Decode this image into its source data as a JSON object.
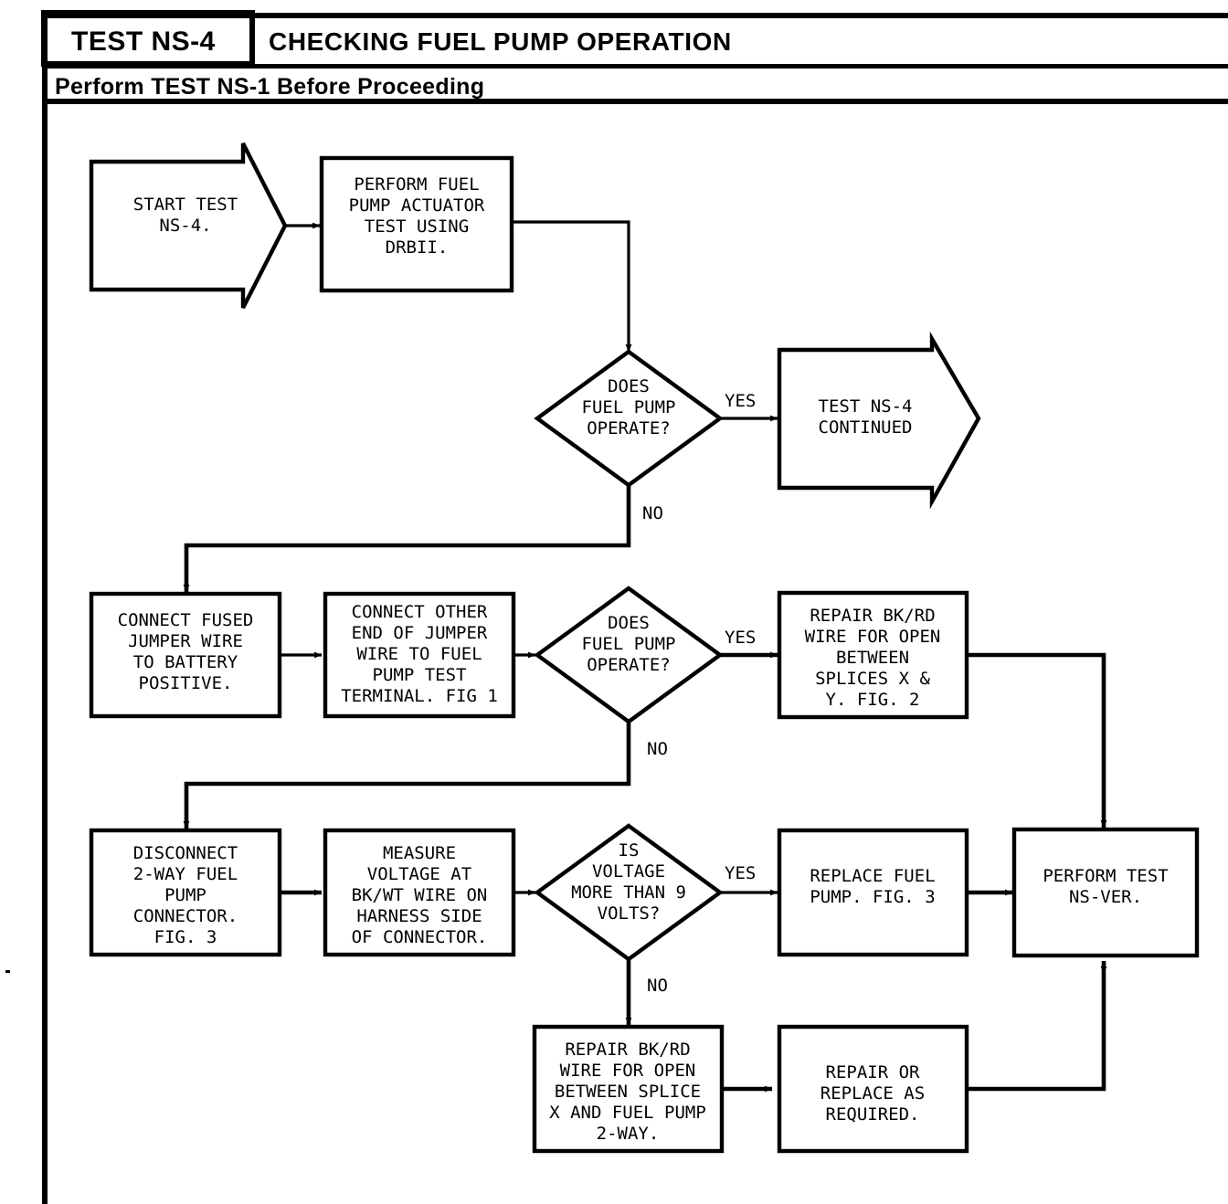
{
  "header": {
    "test_id": "TEST NS-4",
    "title": "CHECKING FUEL PUMP OPERATION",
    "subtitle": "Perform TEST NS-1 Before Proceeding"
  },
  "labels": {
    "yes": "YES",
    "no": "NO"
  },
  "nodes": {
    "start": {
      "kind": "arrow",
      "lines": [
        "START TEST",
        "NS-4."
      ]
    },
    "actuator_test": {
      "kind": "process",
      "lines": [
        "PERFORM FUEL",
        "PUMP ACTUATOR",
        "TEST USING",
        "DRBII."
      ]
    },
    "decision1": {
      "kind": "decision",
      "lines": [
        "DOES",
        "FUEL PUMP",
        "OPERATE?"
      ]
    },
    "continued": {
      "kind": "arrow",
      "lines": [
        "TEST NS-4",
        "CONTINUED"
      ]
    },
    "connect_fused": {
      "kind": "process",
      "lines": [
        "CONNECT FUSED",
        "JUMPER WIRE",
        "TO BATTERY",
        "POSITIVE."
      ]
    },
    "connect_other": {
      "kind": "process",
      "lines": [
        "CONNECT OTHER",
        "END OF JUMPER",
        "WIRE TO FUEL",
        "PUMP TEST",
        "TERMINAL. FIG 1"
      ]
    },
    "decision2": {
      "kind": "decision",
      "lines": [
        "DOES",
        "FUEL PUMP",
        "OPERATE?"
      ]
    },
    "repair_xy": {
      "kind": "process",
      "lines": [
        "REPAIR BK/RD",
        "WIRE FOR OPEN",
        "BETWEEN",
        "SPLICES X &",
        "Y. FIG. 2"
      ]
    },
    "disconnect": {
      "kind": "process",
      "lines": [
        "DISCONNECT",
        "2-WAY FUEL",
        "PUMP",
        "CONNECTOR.",
        "FIG. 3"
      ]
    },
    "measure": {
      "kind": "process",
      "lines": [
        "MEASURE",
        "VOLTAGE AT",
        "BK/WT WIRE ON",
        "HARNESS SIDE",
        "OF CONNECTOR."
      ]
    },
    "decision3": {
      "kind": "decision",
      "lines": [
        "IS",
        "VOLTAGE",
        "MORE THAN 9",
        "VOLTS?"
      ]
    },
    "replace_pump": {
      "kind": "process",
      "lines": [
        "REPLACE FUEL",
        "PUMP. FIG. 3"
      ]
    },
    "perform_nsver": {
      "kind": "process",
      "lines": [
        "PERFORM TEST",
        "NS-VER."
      ]
    },
    "repair_splice_x": {
      "kind": "process",
      "lines": [
        "REPAIR BK/RD",
        "WIRE FOR OPEN",
        "BETWEEN SPLICE",
        "X AND FUEL PUMP",
        "2-WAY."
      ]
    },
    "repair_replace": {
      "kind": "process",
      "lines": [
        "REPAIR OR",
        "REPLACE AS",
        "REQUIRED."
      ]
    }
  },
  "edge_labels": {
    "d1_yes": "YES",
    "d1_no": "NO",
    "d2_yes": "YES",
    "d2_no": "NO",
    "d3_yes": "YES",
    "d3_no": "NO"
  },
  "colors": {
    "ink": "#000000",
    "paper": "#ffffff"
  }
}
